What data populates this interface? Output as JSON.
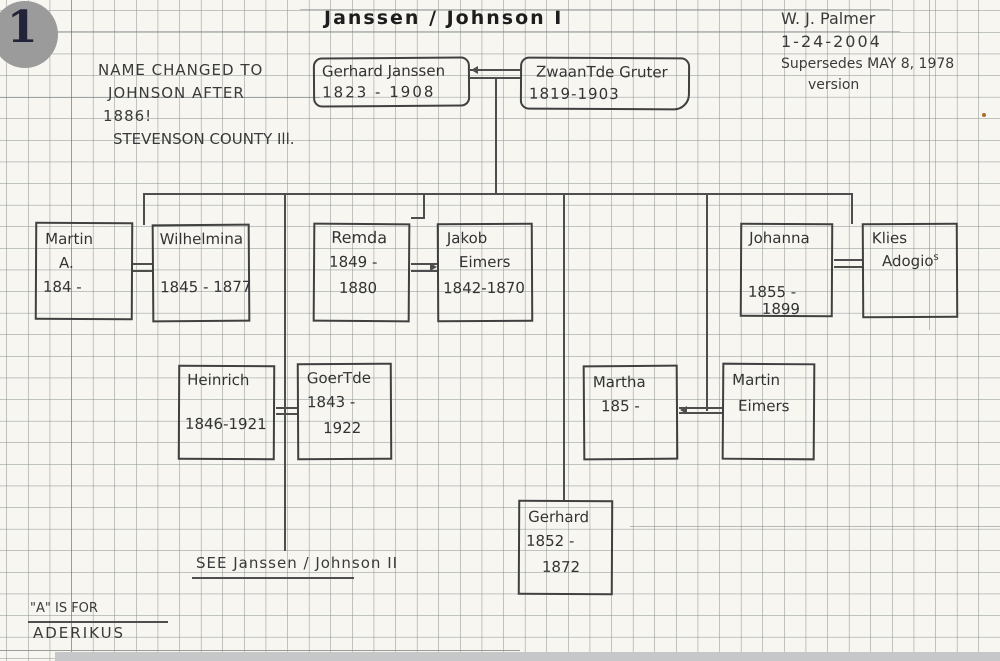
{
  "badge": {
    "number": "1"
  },
  "title": "Janssen / Johnson I",
  "author": {
    "name": "W. J. Palmer",
    "date": "1-24-2004",
    "supersedes": "Supersedes MAY 8, 1978",
    "version": "version"
  },
  "note": {
    "l1": "NAME CHANGED TO",
    "l2": "JOHNSON AFTER",
    "l3": "1886!",
    "l4": "STEVENSON COUNTY Ill."
  },
  "boxes": {
    "gerhard_sr": {
      "l1": "Gerhard Janssen",
      "l2": "1823 - 1908"
    },
    "zwaantje": {
      "l1": "ZwaanTde Gruter",
      "l2": "1819-1903"
    },
    "martin_a": {
      "l1": "Martin",
      "l2": "A.",
      "l3": "184 -"
    },
    "wilhelmina": {
      "l1": "Wilhelmina",
      "l2": "1845 - 1877"
    },
    "remda": {
      "l1": "Remda",
      "l2": "1849 -",
      "l3": "1880"
    },
    "jakob": {
      "l1": "Jakob",
      "l2": "Eimers",
      "l3": "1842-1870"
    },
    "johanna": {
      "l1": "Johanna",
      "l2": "1855 -",
      "l3": "1899"
    },
    "klies": {
      "l1": "Klies",
      "l2": "Adogio",
      "l2sup": "s"
    },
    "heinrich": {
      "l1": "Heinrich",
      "l2": "1846-1921"
    },
    "goertje": {
      "l1": "GoerTde",
      "l2": "1843 -",
      "l3": "1922"
    },
    "martha": {
      "l1": "Martha",
      "l2": "185 -"
    },
    "martin_eimers": {
      "l1": "Martin",
      "l2": "Eimers"
    },
    "gerhard_jr": {
      "l1": "Gerhard",
      "l2": "1852 -",
      "l3": "1872"
    }
  },
  "footer": {
    "see": "SEE Janssen / Johnson II",
    "legend1": "\"A\" IS FOR",
    "legend2": "ADERIKUS"
  }
}
